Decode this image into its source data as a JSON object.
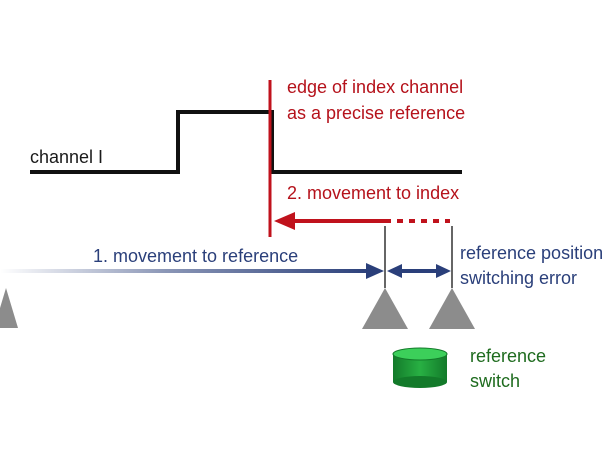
{
  "labels": {
    "channel": "channel I",
    "edge_line1": "edge of index channel",
    "edge_line2": "as a precise reference",
    "movement_index": "2. movement to index",
    "movement_reference": "1. movement to reference",
    "ref_pos_line1": "reference position",
    "ref_pos_line2": "switching error",
    "switch_line1": "reference",
    "switch_line2": "switch"
  },
  "colors": {
    "signal": "#111111",
    "index_red": "#c0121c",
    "reference_blue": "#2a3f7a",
    "marker_gray": "#8c8c8c",
    "switch_green": "#1e9a36"
  }
}
